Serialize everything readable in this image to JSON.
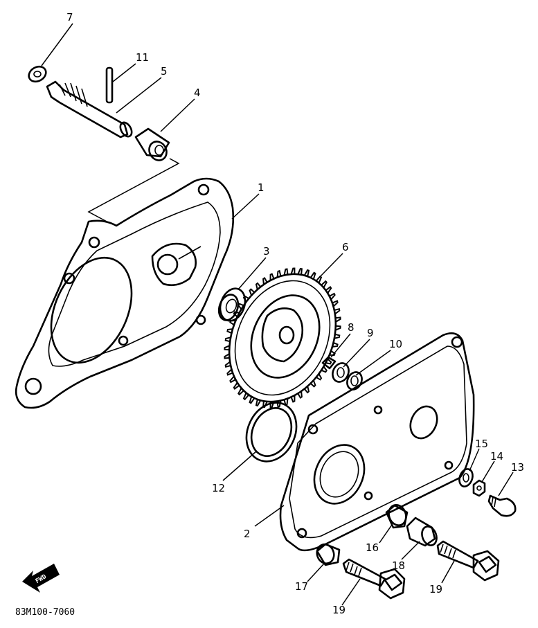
{
  "drawing_code": "83M100-7060",
  "direction_label": "FWD",
  "callouts": {
    "p1": "1",
    "p2": "2",
    "p3": "3",
    "p4": "4",
    "p5": "5",
    "p6": "6",
    "p7": "7",
    "p8": "8",
    "p9": "9",
    "p10": "10",
    "p11": "11",
    "p12": "12",
    "p13": "13",
    "p14": "14",
    "p15": "15",
    "p16": "16",
    "p17": "17",
    "p18": "18",
    "p19a": "19",
    "p19b": "19"
  }
}
